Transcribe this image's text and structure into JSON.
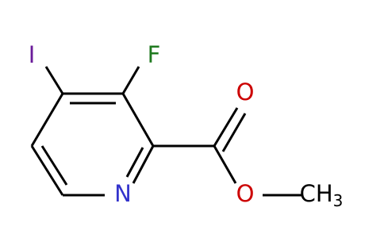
{
  "molecule": {
    "atoms": {
      "iodine": "I",
      "fluorine": "F",
      "nitrogen": "N",
      "carbonyl_oxygen": "O",
      "ester_oxygen": "O",
      "methyl": "CH",
      "methyl_subscript": "3"
    }
  }
}
